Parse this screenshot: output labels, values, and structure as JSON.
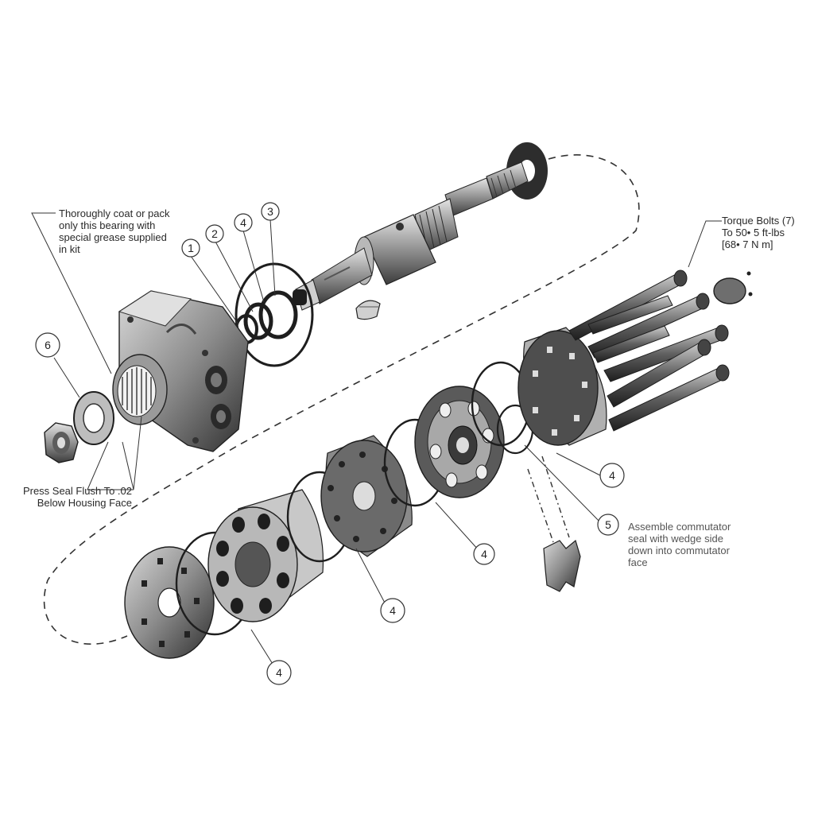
{
  "notes": {
    "bearing": [
      "Thoroughly coat or pack",
      "only this bearing with",
      "special grease supplied",
      "in kit"
    ],
    "torque": [
      "Torque Bolts (7)",
      "To  50• 5 ft-lbs",
      "[68• 7 N m]"
    ],
    "seal": [
      "Press Seal Flush To .02",
      "Below Housing Face"
    ],
    "commutator": [
      "Assemble commutator",
      "seal with wedge side",
      "down into commutator",
      "face"
    ]
  },
  "callouts": [
    "1",
    "2",
    "4",
    "3",
    "6",
    "4",
    "5",
    "4",
    "4",
    "4"
  ],
  "colors": {
    "ink": "#1e1e1e",
    "metal_dark": "#3a3a3a",
    "metal_mid": "#8a8a8a",
    "metal_light": "#cfcfcf",
    "paper": "#ffffff"
  }
}
